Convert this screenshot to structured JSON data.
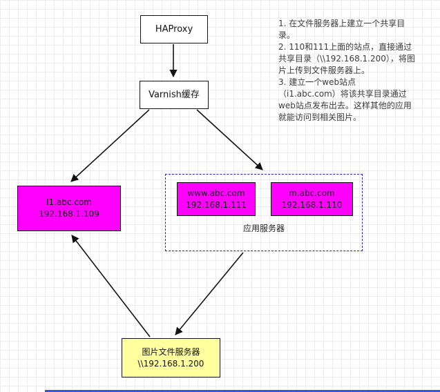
{
  "diagram": {
    "haproxy": {
      "label": "HAProxy"
    },
    "varnish": {
      "label": "Varnish缓存"
    },
    "i1_server": {
      "name": "I1.abc.com",
      "ip": "192.168.1.109"
    },
    "www_server": {
      "name": "www.abc.com",
      "ip": "192.168.1.111"
    },
    "m_server": {
      "name": "m.abc.com",
      "ip": "192.168.1.110"
    },
    "app_group": {
      "label": "应用服务器"
    },
    "file_server": {
      "name": "图片文件服务器",
      "ip": "\\\\192.168.1.200"
    }
  },
  "notes": {
    "text": "1. 在文件服务器上建立一个共享目\n录。\n2. 110和111上面的站点，直接通过\n共享目录（\\\\192.168.1.200），将图\n片上传到文件服务器上。\n3. 建立一个web站点\n（i1.abc.com）将该共享目录通过\nweb站点发布出去。这样其他的应用\n就能访问到相关图片。"
  },
  "colors": {
    "node_fill": "#ff00ff",
    "file_server_fill": "#ffff9e",
    "group_border": "#2323cc",
    "arrow": "#111111"
  }
}
